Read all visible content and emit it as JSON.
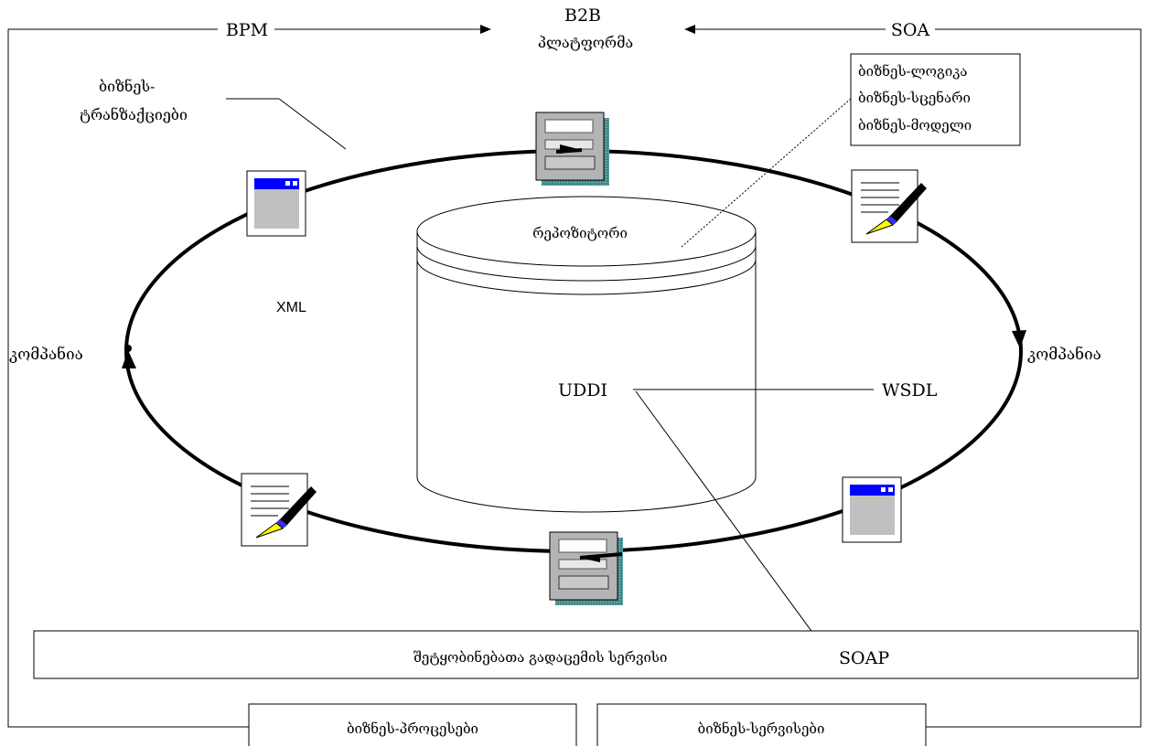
{
  "labels": {
    "bpm": "BPM",
    "soa": "SOA",
    "b2b": "B2B",
    "platform": "პლატფორმა",
    "business_transactions_1": "ბიზნეს-",
    "business_transactions_2": "ტრანზაქციები",
    "business_logic": "ბიზნეს-ლოგიკა",
    "business_scenario": "ბიზნეს-სცენარი",
    "business_model": "ბიზნეს-მოდელი",
    "repository": "რეპოზიტორი",
    "xml": "XML",
    "company_left": "კომპანია",
    "company_right": "კომპანია",
    "uddi": "UDDI",
    "wsdl": "WSDL",
    "soap": "SOAP",
    "messaging_service": "შეტყობინებათა გადაცემის სერვისი",
    "business_processes": "ბიზნეს-პროცესები",
    "business_services": "ბიზნეს-სერვისები"
  },
  "icons": {
    "server": "server-icon",
    "window": "window-icon",
    "document_pen": "document-pen-icon"
  },
  "colors": {
    "line": "#000000",
    "window_titlebar": "#0000ff",
    "window_body": "#c0c0c0",
    "server_body": "#b8b8b8",
    "server_shadow": "#3a8a8a",
    "pen_tip": "#ffff00",
    "pen_band": "#3030ff"
  }
}
